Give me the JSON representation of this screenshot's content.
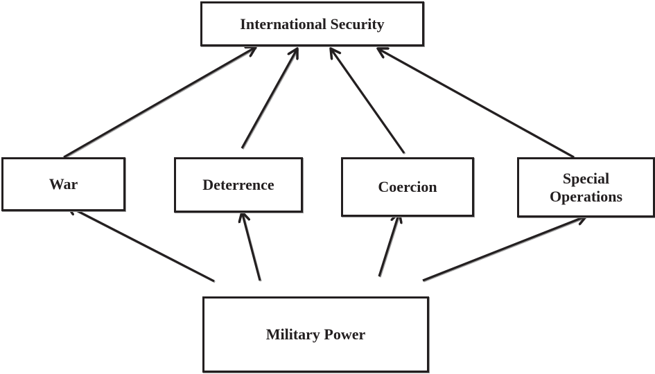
{
  "diagram": {
    "type": "flowchart",
    "nodes": [
      {
        "id": "intl",
        "label": "International Security"
      },
      {
        "id": "war",
        "label": "War"
      },
      {
        "id": "det",
        "label": "Deterrence"
      },
      {
        "id": "coe",
        "label": "Coercion"
      },
      {
        "id": "spec",
        "label": "Special\nOperations"
      },
      {
        "id": "mil",
        "label": "Military Power"
      }
    ],
    "edges": [
      {
        "from": "war",
        "to": "intl"
      },
      {
        "from": "det",
        "to": "intl"
      },
      {
        "from": "coe",
        "to": "intl"
      },
      {
        "from": "spec",
        "to": "intl"
      },
      {
        "from": "mil",
        "to": "war"
      },
      {
        "from": "mil",
        "to": "det"
      },
      {
        "from": "mil",
        "to": "coe"
      },
      {
        "from": "mil",
        "to": "spec"
      }
    ],
    "colors": {
      "stroke": "#231f20",
      "text": "#231f20",
      "background": "#ffffff"
    }
  }
}
